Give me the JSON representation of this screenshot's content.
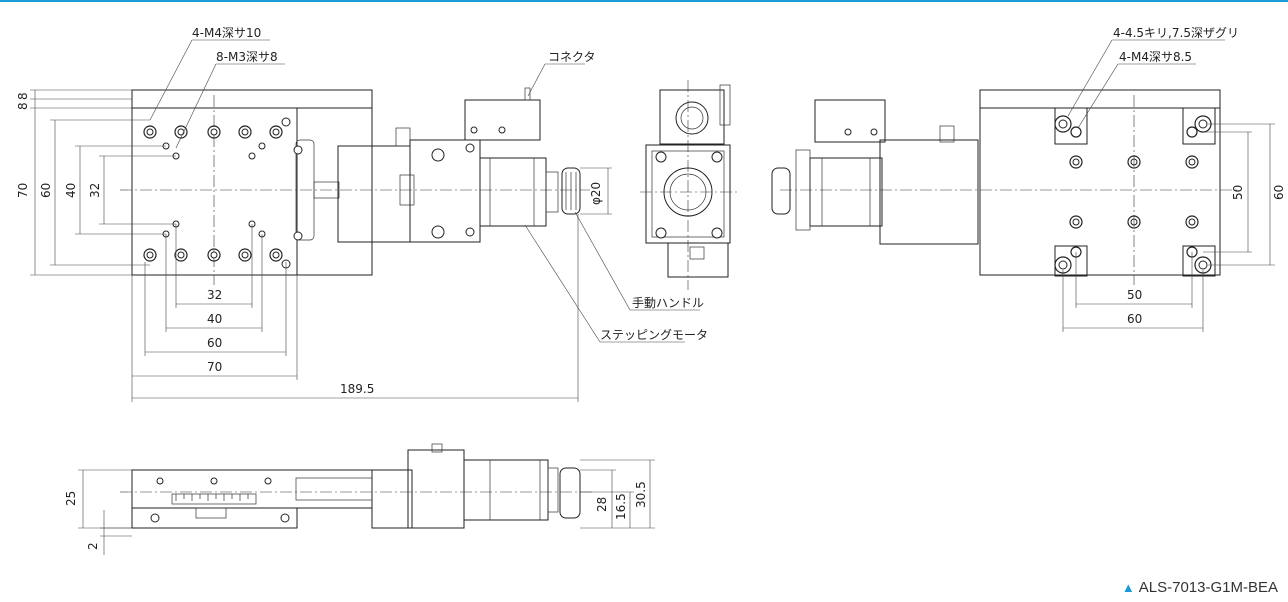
{
  "labels": {
    "tap_m4_10": "4-M4深サ10",
    "tap_m3_8": "8-M3深サ8",
    "connector": "コネクタ",
    "handle": "手動ハンドル",
    "motor": "ステッピングモータ",
    "phi20": "φ20",
    "holes_45": "4-4.5キリ,7.5深ザグリ",
    "tap_m4_85": "4-M4深サ8.5"
  },
  "dimensions": {
    "top_8a": "8",
    "top_8b": "8",
    "left_70": "70",
    "left_60": "60",
    "left_40": "40",
    "left_32": "32",
    "bottom_32": "32",
    "bottom_40": "40",
    "bottom_60": "60",
    "bottom_70": "70",
    "overall_189_5": "189.5",
    "right_60": "60",
    "right_50": "50",
    "rightview_50": "50",
    "rightview_60": "60",
    "side_25": "25",
    "side_2": "2",
    "side_28": "28",
    "side_16_5": "16.5",
    "side_30_5": "30.5"
  },
  "caption": {
    "model": "ALS-7013-G1M-BEA",
    "accent": "#1a9ad6"
  }
}
